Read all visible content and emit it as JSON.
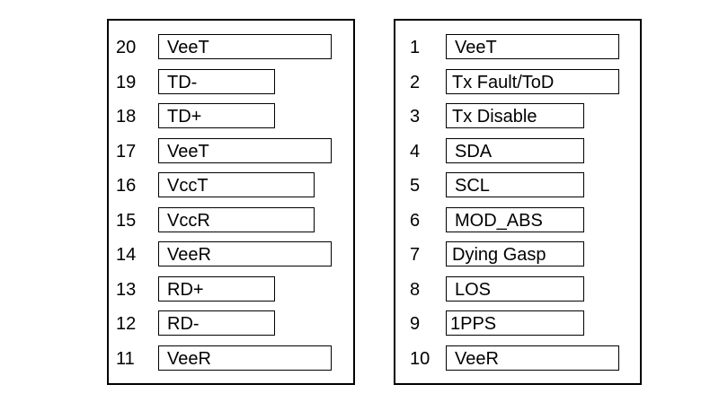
{
  "left_pins": [
    {
      "number": "20",
      "label": "VeeT"
    },
    {
      "number": "19",
      "label": "TD-"
    },
    {
      "number": "18",
      "label": "TD+"
    },
    {
      "number": "17",
      "label": "VeeT"
    },
    {
      "number": "16",
      "label": "VccT"
    },
    {
      "number": "15",
      "label": "VccR"
    },
    {
      "number": "14",
      "label": "VeeR"
    },
    {
      "number": "13",
      "label": "RD+"
    },
    {
      "number": "12",
      "label": "RD-"
    },
    {
      "number": "11",
      "label": "VeeR"
    }
  ],
  "right_pins": [
    {
      "number": "1",
      "label": "VeeT"
    },
    {
      "number": "2",
      "label": "Tx Fault/ToD"
    },
    {
      "number": "3",
      "label": "Tx Disable"
    },
    {
      "number": "4",
      "label": "SDA"
    },
    {
      "number": "5",
      "label": "SCL"
    },
    {
      "number": "6",
      "label": "MOD_ABS"
    },
    {
      "number": "7",
      "label": "Dying Gasp"
    },
    {
      "number": "8",
      "label": "LOS"
    },
    {
      "number": "9",
      "label": "1PPS"
    },
    {
      "number": "10",
      "label": "VeeR"
    }
  ]
}
